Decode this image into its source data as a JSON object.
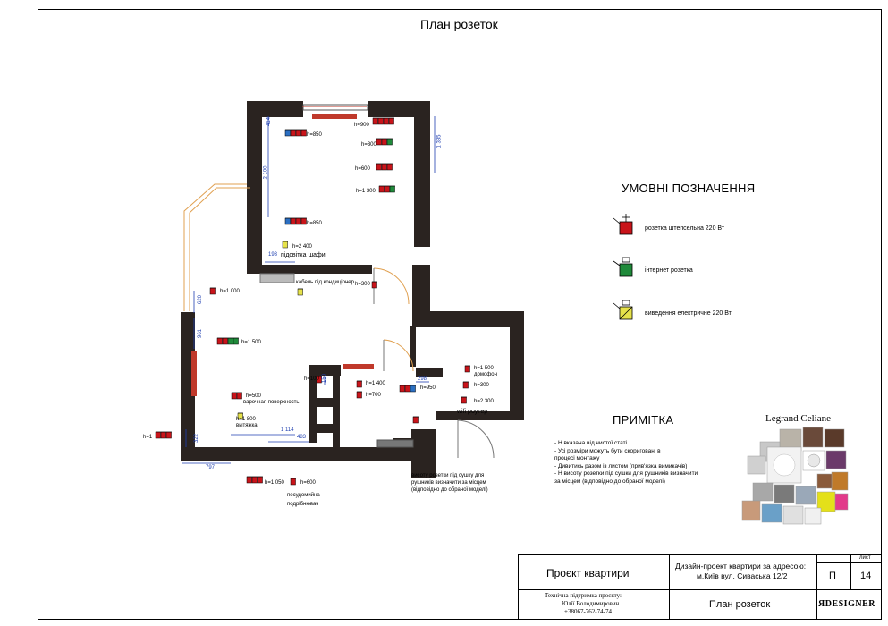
{
  "sheet": {
    "title": "План розеток"
  },
  "colors": {
    "wall": "#2a2320",
    "socket_red": "#c9141a",
    "socket_green": "#1f8a3a",
    "socket_blue": "#2b6fc2",
    "socket_yellow": "#e6e24a",
    "heater": "#c0392b",
    "dimension": "#1f3fb0",
    "door_arc": "#e0a050"
  },
  "plan": {
    "labels": {
      "h850_a": "h=850",
      "h900": "h=900",
      "h300_a": "h=300",
      "h600_a": "h=600",
      "h1300_a": "h=1 300",
      "h850_b": "h=850",
      "h2400": "h=2 400",
      "wardrobe_light": "підсвітка шафи",
      "ac_cable": "кабель під кондиціонер",
      "h300_b": "h=300",
      "h1000": "h=1 000",
      "h1500_a": "h=1 500",
      "h100": "h=100",
      "h1400": "h=1 400",
      "h700": "h=700",
      "h950": "h=950",
      "h1500_b": "h=1 500",
      "intercom": "домофон",
      "h300_c": "h=300",
      "h2300": "h=2 300",
      "wifi": "wifi роутер",
      "h500": "h=500",
      "hob": "варочная поверхность",
      "h1800": "h=1 800",
      "hood": "вытяжка",
      "h1": "h=1",
      "h1050": "h=1 050",
      "h600_b": "h=600",
      "dishwasher_1": "посудомийна",
      "dishwasher_2": "подрібнювач",
      "towel_1": "висоту розетки під сушку для",
      "towel_2": "рушників визначити за місцем",
      "towel_3": "(відповідно до обраної моделі)"
    },
    "dimensions": {
      "d414": "414",
      "d2100": "2 100",
      "d1385": "1 385",
      "d193": "193",
      "d620": "620",
      "d961": "961",
      "d322": "322",
      "d797": "797",
      "d1114": "1 114",
      "d483": "483",
      "d150": "150",
      "d298": "298"
    }
  },
  "legend": {
    "title": "УМОВНІ ПОЗНАЧЕННЯ",
    "items": [
      {
        "label": "розетка штепсельна 220 Вт",
        "color": "#c9141a"
      },
      {
        "label": "інтернет розетка",
        "color": "#1f8a3a"
      },
      {
        "label": "виведення електричне 220 Вт",
        "color": "#e6e24a"
      }
    ]
  },
  "notes": {
    "title": "ПРИМІТКА",
    "lines": [
      "- Н вказана від чистої статі",
      "- Усі розміри можуть бути скориговані в",
      "процесі монтажу",
      "- Дивитись разом із листом (прив'язка вимикачів)",
      "- Н висоту розетки під сушки для рушників визначити",
      "за місцем (відповідно до обраної моделі)"
    ]
  },
  "brand": {
    "title": "Legrand Celiane"
  },
  "stamp": {
    "project": "Проєкт квартири",
    "description_1": "Дизайн-проект квартири за адресою:",
    "description_2": "м.Київ вул. Сиваська 12/2",
    "sheet_name": "План розеток",
    "stage_code": "П",
    "sheet_label": "лист",
    "sheet_number": "14",
    "support_1": "Технічна підтримка проєкту:",
    "support_2": "Юлії Володимирович",
    "support_3": "+38067-762-74-74",
    "logo": "ЯDESIGNER"
  }
}
